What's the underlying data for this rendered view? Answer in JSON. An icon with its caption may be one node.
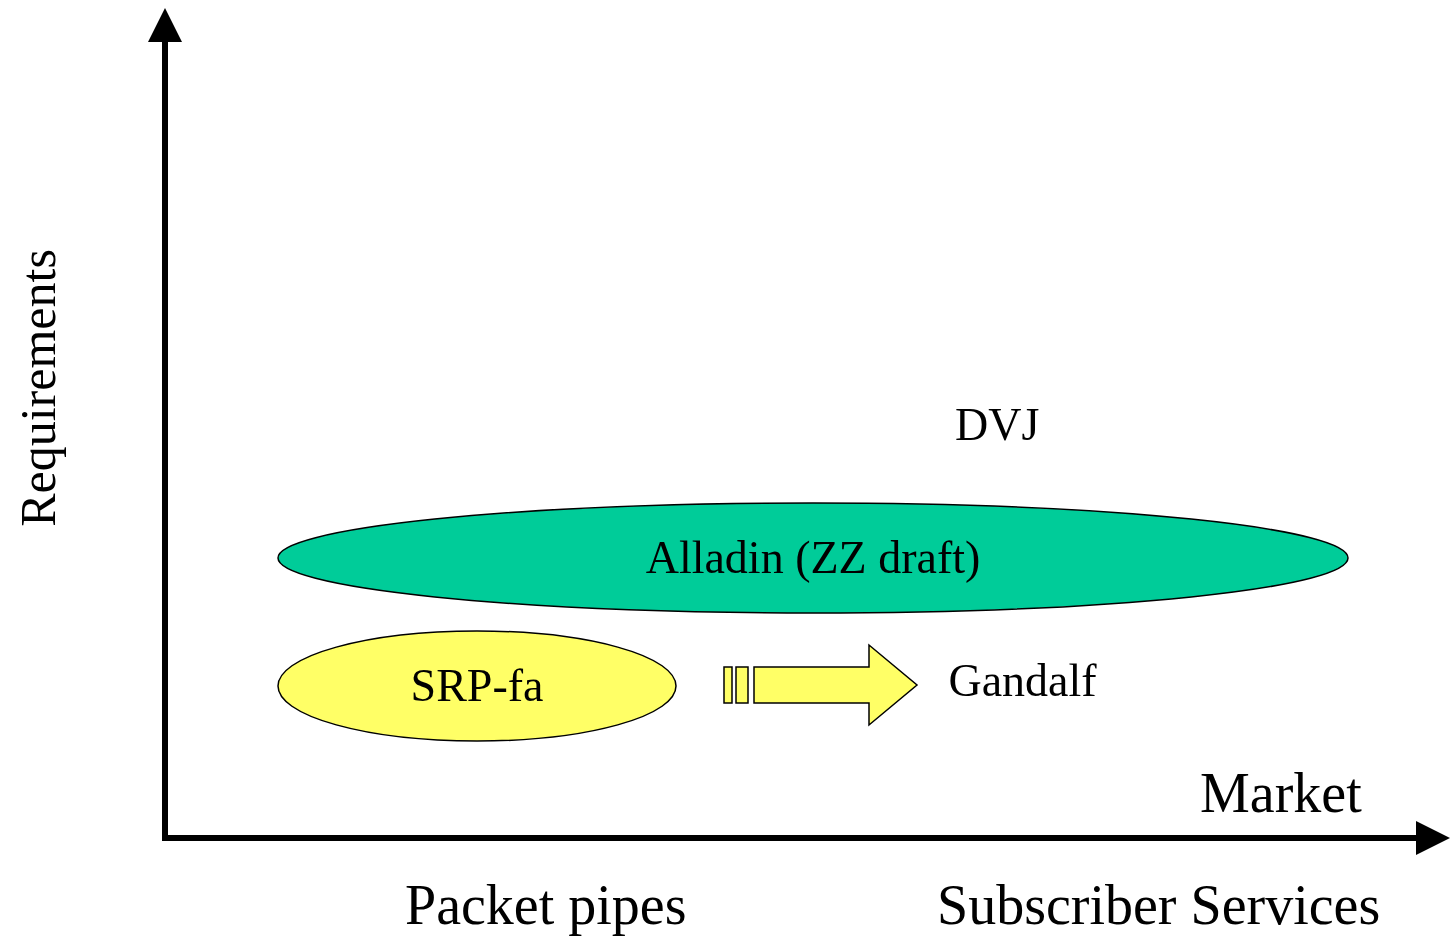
{
  "diagram": {
    "nodes": [
      {
        "text": [
          "Alladin (ZZ draft)"
        ]
      },
      {
        "text": [
          "SRP-fa"
        ]
      },
      {
        "text": [
          "Gandalf"
        ]
      }
    ],
    "edges": [
      {
        "from": 1,
        "to": 2,
        "arrow": "to"
      }
    ],
    "labels": [
      "Requirements",
      "DVJ",
      "Market",
      "Packet pipes",
      "Subscriber Services"
    ]
  }
}
